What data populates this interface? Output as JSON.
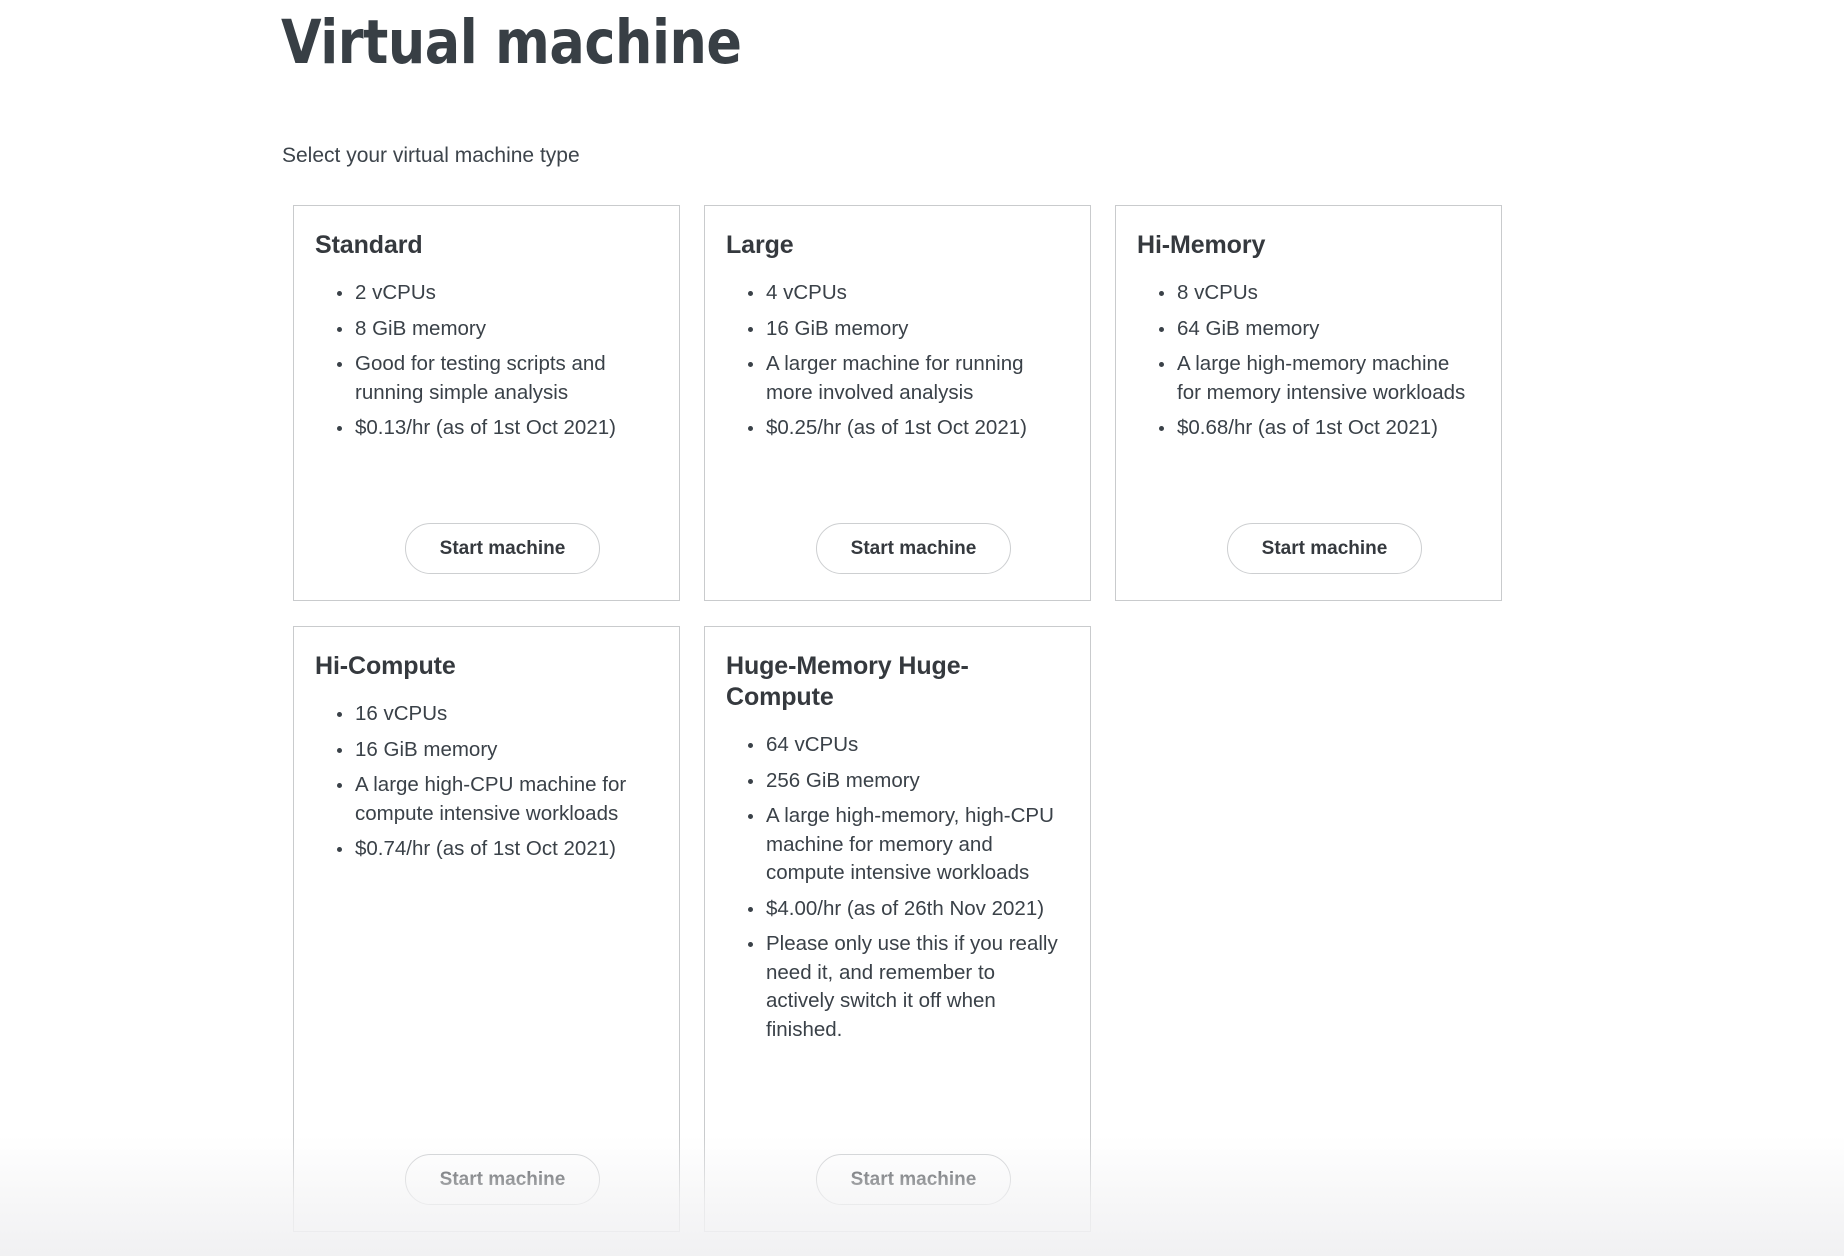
{
  "page": {
    "title": "Virtual machine",
    "subtitle": "Select your virtual machine type"
  },
  "theme": {
    "background": "#ffffff",
    "title_color": "#383f45",
    "text_color": "#3a4148",
    "card_border": "#c9cbcd",
    "button_border": "#cdcfd1",
    "button_text": "#35393e"
  },
  "button_label": "Start machine",
  "cards": [
    {
      "id": "standard",
      "title": "Standard",
      "row": 1,
      "specs": [
        "2 vCPUs",
        "8 GiB memory",
        "Good for testing scripts and running simple analysis",
        "$0.13/hr (as of 1st Oct 2021)"
      ],
      "action_label": "Start machine"
    },
    {
      "id": "large",
      "title": "Large",
      "row": 1,
      "specs": [
        "4 vCPUs",
        "16 GiB memory",
        "A larger machine for running more involved analysis",
        "$0.25/hr (as of 1st Oct 2021)"
      ],
      "action_label": "Start machine"
    },
    {
      "id": "hi-memory",
      "title": "Hi-Memory",
      "row": 1,
      "specs": [
        "8 vCPUs",
        "64 GiB memory",
        "A large high-memory machine for memory intensive workloads",
        "$0.68/hr (as of 1st Oct 2021)"
      ],
      "action_label": "Start machine"
    },
    {
      "id": "hi-compute",
      "title": "Hi-Compute",
      "row": 2,
      "specs": [
        "16 vCPUs",
        "16 GiB memory",
        "A large high-CPU machine for compute intensive workloads",
        "$0.74/hr (as of 1st Oct 2021)"
      ],
      "action_label": "Start machine"
    },
    {
      "id": "huge-memory-huge-compute",
      "title": "Huge-Memory Huge-Compute",
      "row": 2,
      "specs": [
        "64 vCPUs",
        "256 GiB memory",
        "A large high-memory, high-CPU machine for memory and compute intensive workloads",
        "$4.00/hr (as of 26th Nov 2021)",
        "Please only use this if you really need it, and remember to actively switch it off when finished."
      ],
      "action_label": "Start machine"
    }
  ]
}
